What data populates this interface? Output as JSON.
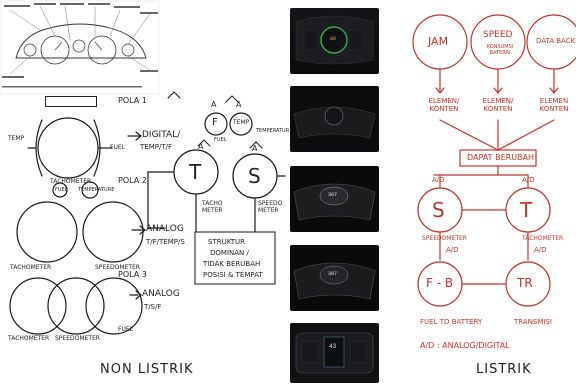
{
  "left": {
    "pola1": "POLA 1",
    "pola2": "POLA 2",
    "pola3": "POLA 3",
    "temp_side": "TEMP",
    "fuel_side": "FUEL",
    "digital": "DIGITAL/",
    "digital2": "TEMP/T/F",
    "tachometer1": "TACHOMETER",
    "fuel_small": "FUEL",
    "temperature_small": "TEMPERATURE",
    "analog": "ANALOG",
    "analog_tf": "T/F/TEMP/S",
    "tachometer2": "TACHOMETER",
    "speedometer2": "SPEEDOMETER",
    "analog3": "ANALOG",
    "analog3_tsf": "T/S/F",
    "tachometer3": "TACHOMETER",
    "speedometer3": "SPEEDOMETER",
    "fuel3": "FUEL",
    "f_label": "F",
    "temp_box": "TEMP",
    "temperatur": "TEMPERATUR",
    "fuel_mid": "FUEL",
    "a": "A",
    "t": "T",
    "s": "S",
    "tacho_meter": "TACHO METER",
    "speedo_meter": "SPEEDO METER",
    "struktur1": "STRUKTUR",
    "struktur2": "DOMINAN /",
    "struktur3": "TIDAK BERUBAH",
    "struktur4": "POSISI & TEMPAT",
    "footer": "NON LISTRIK"
  },
  "screens": {
    "s1": "88",
    "s3": "307",
    "s4": "307",
    "s5": "43"
  },
  "right": {
    "jam": "JAM",
    "speed": "SPEED",
    "konsumsi": "KONSUMSI BATERAI",
    "data_back": "DATA BACK",
    "elemen1": "ELEMEN/ KONTEN",
    "elemen2": "ELEMEN/ KONTEN",
    "elemen3": "ELEMEN KONTEN",
    "dapat_berubah": "DAPAT BERUBAH",
    "ad_left": "A/D",
    "ad_right": "A/D",
    "s": "S",
    "t": "T",
    "speedometer": "SPEEDOMETER",
    "tachometer": "TACHOMETER",
    "ad_speed": "A/D",
    "ad_tacho": "A/D",
    "fb": "F - B",
    "tr": "TR",
    "fuel_battery": "FUEL TO BATTERY",
    "transmisi": "TRANSMISI",
    "legend": "A/D : ANALOG/DIGITAL",
    "footer": "LISTRIK"
  }
}
